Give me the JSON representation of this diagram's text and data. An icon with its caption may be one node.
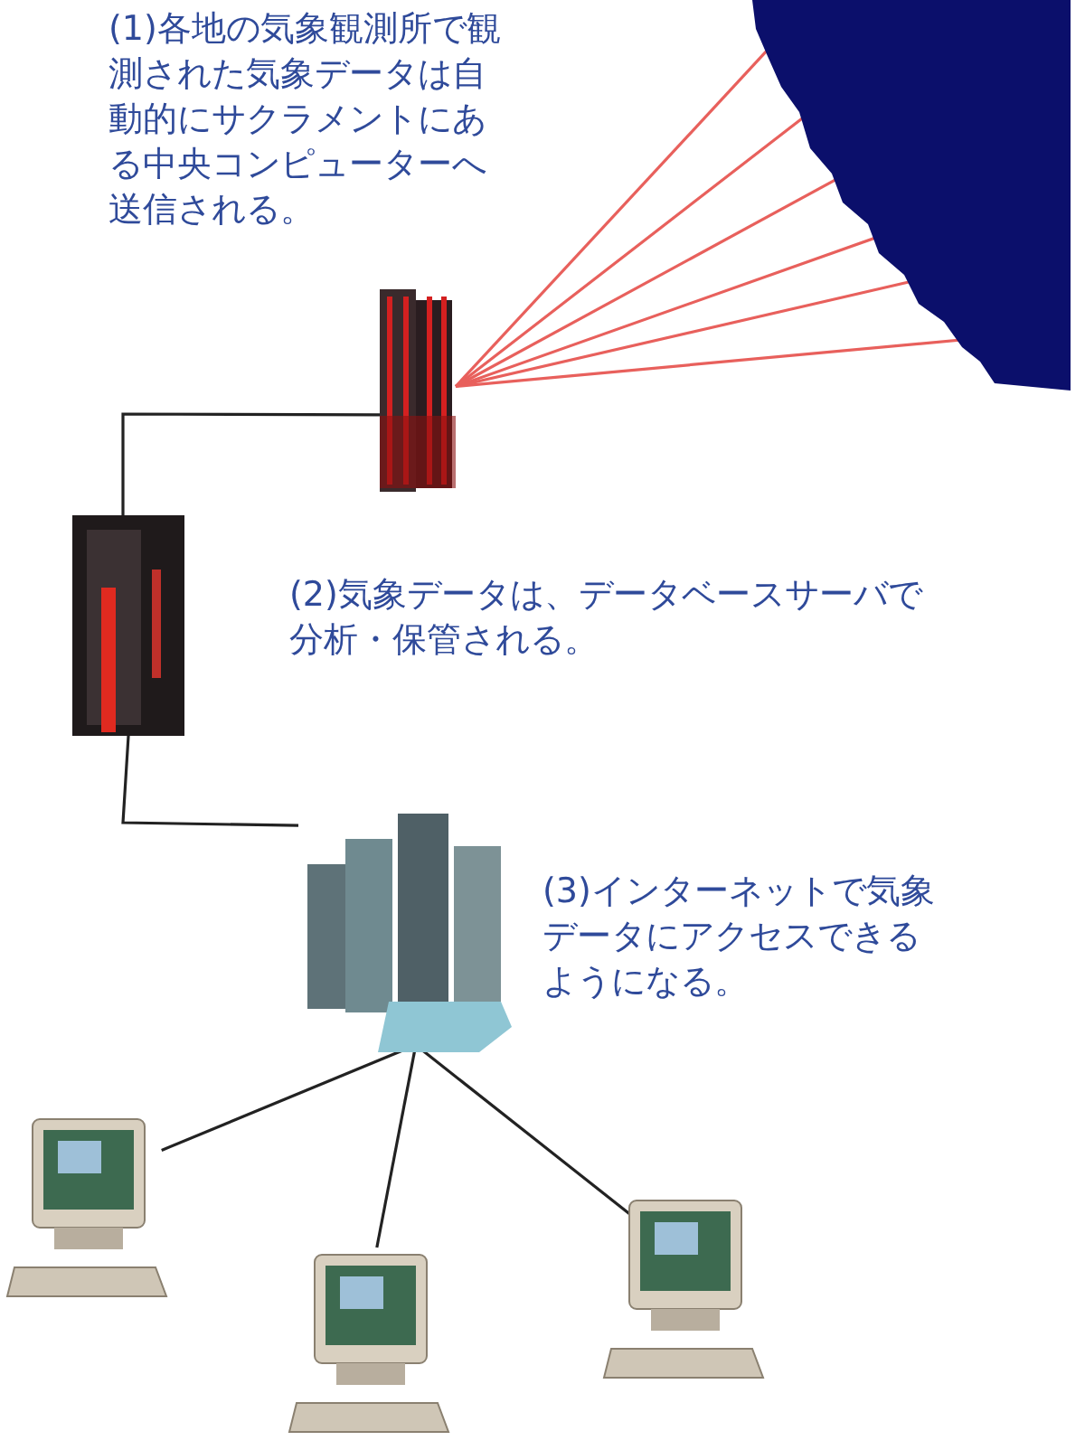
{
  "diagram": {
    "nodes": [
      {
        "text": [],
        "shape": "picture"
      },
      {
        "text": [],
        "shape": "picture",
        "beside": [
          "(1)各地の気象観測所で観測された気象データは自動的にサクラメントにある中央コンピューターへ送信される。"
        ]
      },
      {
        "text": [],
        "shape": "picture",
        "beside": [
          "(2)気象データは、データベースサーバで分析・保管される。"
        ]
      },
      {
        "text": [],
        "shape": "picture",
        "beside": [
          "(3)インターネットで気象データにアクセスできるようになる。"
        ]
      },
      {
        "text": [],
        "shape": "picture"
      },
      {
        "text": [],
        "shape": "picture"
      },
      {
        "text": [],
        "shape": "picture"
      }
    ],
    "edges": [
      {
        "from": 1,
        "to": 0,
        "arrow": "none"
      },
      {
        "from": 1,
        "to": 0,
        "arrow": "none"
      },
      {
        "from": 1,
        "to": 0,
        "arrow": "none"
      },
      {
        "from": 1,
        "to": 0,
        "arrow": "none"
      },
      {
        "from": 1,
        "to": 0,
        "arrow": "none"
      },
      {
        "from": 1,
        "to": 0,
        "arrow": "none"
      },
      {
        "from": 1,
        "to": 2,
        "arrow": "none",
        "color": "#222222"
      },
      {
        "from": 2,
        "to": 3,
        "arrow": "none",
        "color": "#222222"
      },
      {
        "from": 3,
        "to": 4,
        "arrow": "none",
        "color": "#222222"
      },
      {
        "from": 3,
        "to": 5,
        "arrow": "none",
        "color": "#222222"
      },
      {
        "from": 3,
        "to": 6,
        "arrow": "none",
        "color": "#222222"
      }
    ]
  }
}
